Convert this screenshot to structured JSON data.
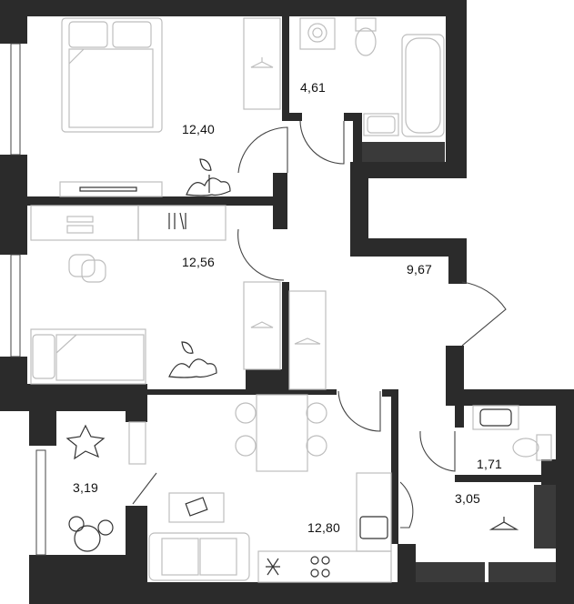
{
  "floor_plan": {
    "colors": {
      "wall": "#2b2b2b",
      "furniture": "#bdbdbd",
      "line": "#444444",
      "background": "#ffffff"
    },
    "rooms": [
      {
        "id": "bedroom-top",
        "area": "12,40",
        "kind": "bedroom"
      },
      {
        "id": "bathroom",
        "area": "4,61",
        "kind": "bathroom"
      },
      {
        "id": "bedroom-middle",
        "area": "12,56",
        "kind": "bedroom"
      },
      {
        "id": "hallway",
        "area": "9,67",
        "kind": "hallway"
      },
      {
        "id": "balcony",
        "area": "3,19",
        "kind": "balcony"
      },
      {
        "id": "toilet",
        "area": "1,71",
        "kind": "toilet"
      },
      {
        "id": "closet",
        "area": "3,05",
        "kind": "wardrobe"
      },
      {
        "id": "kitchen-living",
        "area": "12,80",
        "kind": "kitchen-living"
      }
    ],
    "icons": [
      "bed-icon",
      "hanger-icon",
      "plant-icon",
      "washing-machine-icon",
      "toilet-icon",
      "bathtub-icon",
      "sink-icon",
      "desk-icon",
      "chair-icon",
      "sofa-icon",
      "table-icon",
      "stove-icon"
    ]
  }
}
